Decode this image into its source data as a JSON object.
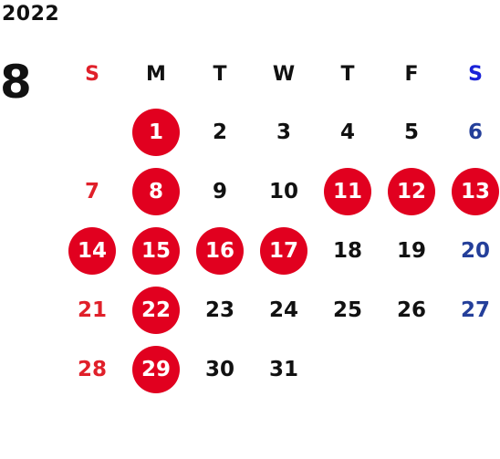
{
  "calendar": {
    "year": "2022",
    "month": "8",
    "weekdays": [
      {
        "label": "S",
        "kind": "sun"
      },
      {
        "label": "M",
        "kind": "weekday"
      },
      {
        "label": "T",
        "kind": "weekday"
      },
      {
        "label": "W",
        "kind": "weekday"
      },
      {
        "label": "T",
        "kind": "weekday"
      },
      {
        "label": "F",
        "kind": "weekday"
      },
      {
        "label": "S",
        "kind": "sat"
      }
    ],
    "colors": {
      "sunday_text": "#e0202a",
      "saturday_header": "#1a22d8",
      "saturday_text": "#243f9a",
      "holiday_circle": "#e1001f",
      "weekday_text": "#111111"
    },
    "weeks": [
      [
        {
          "day": "",
          "holiday": false
        },
        {
          "day": "1",
          "holiday": true
        },
        {
          "day": "2",
          "holiday": false
        },
        {
          "day": "3",
          "holiday": false
        },
        {
          "day": "4",
          "holiday": false
        },
        {
          "day": "5",
          "holiday": false
        },
        {
          "day": "6",
          "holiday": false
        }
      ],
      [
        {
          "day": "7",
          "holiday": false
        },
        {
          "day": "8",
          "holiday": true
        },
        {
          "day": "9",
          "holiday": false
        },
        {
          "day": "10",
          "holiday": false
        },
        {
          "day": "11",
          "holiday": true
        },
        {
          "day": "12",
          "holiday": true
        },
        {
          "day": "13",
          "holiday": true
        }
      ],
      [
        {
          "day": "14",
          "holiday": true
        },
        {
          "day": "15",
          "holiday": true
        },
        {
          "day": "16",
          "holiday": true
        },
        {
          "day": "17",
          "holiday": true
        },
        {
          "day": "18",
          "holiday": false
        },
        {
          "day": "19",
          "holiday": false
        },
        {
          "day": "20",
          "holiday": false
        }
      ],
      [
        {
          "day": "21",
          "holiday": false
        },
        {
          "day": "22",
          "holiday": true
        },
        {
          "day": "23",
          "holiday": false
        },
        {
          "day": "24",
          "holiday": false
        },
        {
          "day": "25",
          "holiday": false
        },
        {
          "day": "26",
          "holiday": false
        },
        {
          "day": "27",
          "holiday": false
        }
      ],
      [
        {
          "day": "28",
          "holiday": false
        },
        {
          "day": "29",
          "holiday": true
        },
        {
          "day": "30",
          "holiday": false
        },
        {
          "day": "31",
          "holiday": false
        },
        {
          "day": "",
          "holiday": false
        },
        {
          "day": "",
          "holiday": false
        },
        {
          "day": "",
          "holiday": false
        }
      ]
    ]
  }
}
